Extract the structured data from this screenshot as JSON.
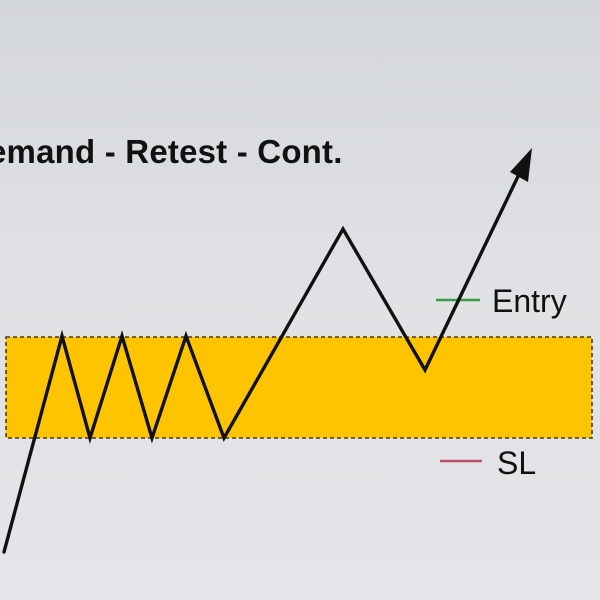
{
  "title": "emand - Retest - Cont.",
  "labels": {
    "entry": "Entry",
    "sl": "SL"
  },
  "colors": {
    "zone_fill": "#ffc400",
    "zone_border": "#4a3a10",
    "price_path": "#111111",
    "entry_marker": "#3a9a4a",
    "sl_marker": "#c0506a"
  },
  "icons": {
    "arrow_head": "arrow-up-right-icon"
  }
}
